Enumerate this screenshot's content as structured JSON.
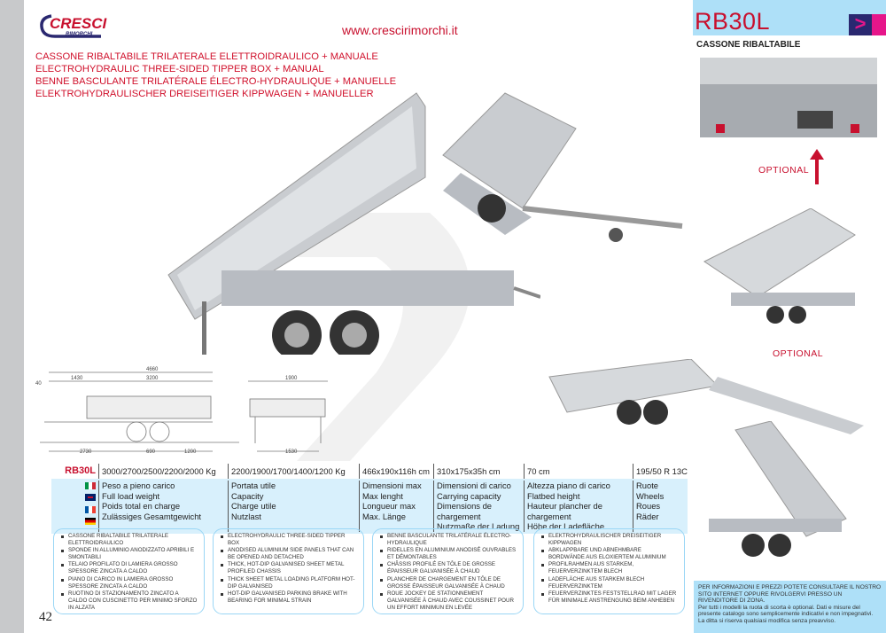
{
  "brand": {
    "name": "CRESCI",
    "sub": "RIMORCHI",
    "url": "www.crescirimorchi.it"
  },
  "titles": [
    "CASSONE RIBALTABILE TRILATERALE ELETTROIDRAULICO + MANUALE",
    "ELECTROHYDRAULIC THREE-SIDED TIPPER BOX + MANUAL",
    "BENNE BASCULANTE TRILATÉRALE ÉLECTRO-HYDRAULIQUE + MANUELLE",
    "ELEKTROHYDRAULISCHER DREISEITIGER KIPPWAGEN + MANUELLER"
  ],
  "header": {
    "model": "RB30L",
    "subtitle": "CASSONE RIBALTABILE",
    "arrow": ">"
  },
  "optional": [
    "OPTIONAL",
    "OPTIONAL"
  ],
  "drawing": {
    "dims": [
      "4660",
      "1430",
      "3200",
      "40",
      "2730",
      "690",
      "1200",
      "1900",
      "1530"
    ]
  },
  "spec": {
    "model": "RB30L",
    "values": [
      "3000/2700/2500/2200/2000 Kg",
      "2200/1900/1700/1400/1200 Kg",
      "466x190x116h cm",
      "310x175x35h cm",
      "70 cm",
      "195/50 R 13C"
    ],
    "labels": [
      [
        "Peso a pieno carico",
        "Full load weight",
        "Poids total en charge",
        "Zulässiges Gesamtgewicht"
      ],
      [
        "Portata utile",
        "Capacity",
        "Charge utile",
        "Nutzlast"
      ],
      [
        "Dimensioni max",
        "Max lenght",
        "Longueur max",
        "Max. Länge"
      ],
      [
        "Dimensioni di carico",
        "Carrying capacity",
        "Dimensions de chargement",
        "Nutzmaße der Ladung"
      ],
      [
        "Altezza piano di carico",
        "Flatbed height",
        "Hauteur plancher de chargement",
        "Höhe der Ladefläche"
      ],
      [
        "Ruote",
        "Wheels",
        "Roues",
        "Räder"
      ]
    ]
  },
  "features": [
    [
      "CASSONE RIBALTABILE TRILATERALE ELETTROIDRAULICO",
      "SPONDE IN ALLUMINIO ANODIZZATO APRIBILI E SMONTABILI",
      "TELAIO PROFILATO DI LAMIERA GROSSO SPESSORE ZINCATA A CALDO",
      "PIANO DI CARICO IN LAMIERA GROSSO SPESSORE ZINCATA A CALDO",
      "RUOTINO DI STAZIONAMENTO ZINCATO A CALDO CON CUSCINETTO PER MINIMO SFORZO IN ALZATA"
    ],
    [
      "ELECTROHYDRAULIC THREE-SIDED TIPPER BOX",
      "ANODISED ALUMINIUM SIDE PANELS THAT CAN BE OPENED AND DETACHED",
      "THICK, HOT-DIP GALVANISED SHEET METAL PROFILED CHASSIS",
      "THICK SHEET METAL LOADING PLATFORM HOT-DIP GALVANISED",
      "HOT-DIP GALVANISED PARKING BRAKE WITH BEARING FOR MINIMAL STRAIN"
    ],
    [
      "BENNE BASCULANTE TRILATÉRALE ÉLECTRO-HYDRAULIQUE",
      "RIDELLES EN ALUMINIUM ANODISÉ OUVRABLES ET DÉMONTABLES",
      "CHÂSSIS PROFILÉ EN TÔLE DE GROSSE ÉPAISSEUR GALVANISÉE À CHAUD",
      "PLANCHER DE CHARGEMENT EN TÔLE DE GROSSE ÉPAISSEUR GALVANISÉE À CHAUD",
      "ROUE JOCKEY DE STATIONNEMENT GALVANISÉE À CHAUD AVEC COUSSINET POUR UN EFFORT MINIMUN EN LEVÉE"
    ],
    [
      "ELEKTROHYDRAULISCHER DREISEITIGER KIPPWAGEN",
      "ABKLAPPBARE UND ABNEHMBARE BORDWÄNDE AUS ELOXIERTEM ALUMINIUM",
      "PROFILRAHMEN AUS STARKEM, FEUERVERZINKTEM BLECH",
      "LADEFLÄCHE AUS STARKEM BLECH FEUERVERZINKTEM",
      "FEUERVERZINKTES FESTSTELLRAD MIT LAGER FÜR MINIMALE ANSTRENGUNG BEIM ANHEBEN"
    ]
  ],
  "page_number": "42",
  "info": [
    "PER INFORMAZIONI E PREZZI POTETE CONSULTARE IL NOSTRO SITO INTERNET OPPURE RIVOLGERVI PRESSO UN RIVENDITORE DI ZONA.",
    "Per tutti i modelli la ruota di scorta è optional. Dati e misure del presente catalogo sono semplicemente indicativi e non impegnativi.",
    "La ditta si riserva qualsiasi modifica senza preavviso."
  ],
  "colors": {
    "red": "#c8102e",
    "lightblue": "#aee0f8",
    "rowblue": "#d8f0fc",
    "magenta": "#e6168a",
    "navy": "#2a2870"
  }
}
